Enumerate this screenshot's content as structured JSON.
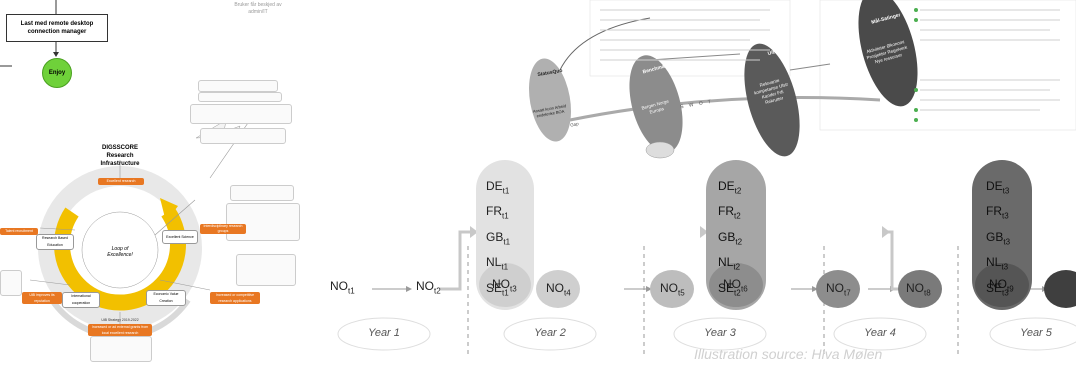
{
  "flowchart": {
    "remote_box": "Last med remote desktop connection manager",
    "note": "Bruker får beskjed av admin/IT",
    "enjoy": "Enjoy"
  },
  "digsscore": {
    "title": "DIGSSCORE Research Infrastructure",
    "excellent_research": "Excellent research",
    "center": "Loop of Excellence!",
    "research_based_education": "Research Based Education",
    "excellent_science": "Excellent Science",
    "economic_value_creation": "Economic Value Creation",
    "international_cooperation": "International cooperation",
    "talent_recruitment": "Talent recruitment",
    "uib_improves_reputation": "UiB improves its reputation",
    "interdisciplinary": "Interdisciplinary research groups",
    "increased_competition": "Increased or competitive research applications",
    "increased_grants": "Increased or ad external grants from local excellent research",
    "strategy_caption": "UiB Strategy 2019-2022"
  },
  "timeline": {
    "rows1": [
      {
        "base": "DE",
        "sub": "t1"
      },
      {
        "base": "FR",
        "sub": "t1"
      },
      {
        "base": "GB",
        "sub": "t1"
      },
      {
        "base": "NL",
        "sub": "t1"
      },
      {
        "base": "SE",
        "sub": "t1"
      }
    ],
    "rows2": [
      {
        "base": "DE",
        "sub": "t2"
      },
      {
        "base": "FR",
        "sub": "t2"
      },
      {
        "base": "GB",
        "sub": "t2"
      },
      {
        "base": "NL",
        "sub": "t2"
      },
      {
        "base": "SE",
        "sub": "t2"
      }
    ],
    "rows3": [
      {
        "base": "DE",
        "sub": "t3"
      },
      {
        "base": "FR",
        "sub": "t3"
      },
      {
        "base": "GB",
        "sub": "t3"
      },
      {
        "base": "NL",
        "sub": "t3"
      },
      {
        "base": "SE",
        "sub": "t3"
      }
    ],
    "no_nodes": [
      {
        "base": "NO",
        "sub": "t1"
      },
      {
        "base": "NO",
        "sub": "t2"
      },
      {
        "base": "NO",
        "sub": "t3"
      },
      {
        "base": "NO",
        "sub": "t4"
      },
      {
        "base": "NO",
        "sub": "t5"
      },
      {
        "base": "NO",
        "sub": "t6"
      },
      {
        "base": "NO",
        "sub": "t7"
      },
      {
        "base": "NO",
        "sub": "t8"
      },
      {
        "base": "NO",
        "sub": "t9"
      }
    ],
    "years": [
      "Year 1",
      "Year 2",
      "Year 3",
      "Year 4",
      "Year 5"
    ],
    "credit": "Illustration source: Hiva Mølen"
  },
  "mindmap": {
    "statusquo": "StatusQuo",
    "statusquo_sub": "Ansatt kunn Arbeid endelenke BOA",
    "benchmark": "Benchmark",
    "benchmark_sub": "Bergen Norge Europa",
    "uib": "UiB",
    "uib_sub": "Relevante kompetanse Ulstr Kander Fdi Rekrutter",
    "malsettinger": "Mål-Satinger",
    "malsettinger_sub": "Aktiviteter Økonomi Prosjekter Regelverk Nye ressurser",
    "swot": "S W O T",
    "gap": "Gap"
  }
}
